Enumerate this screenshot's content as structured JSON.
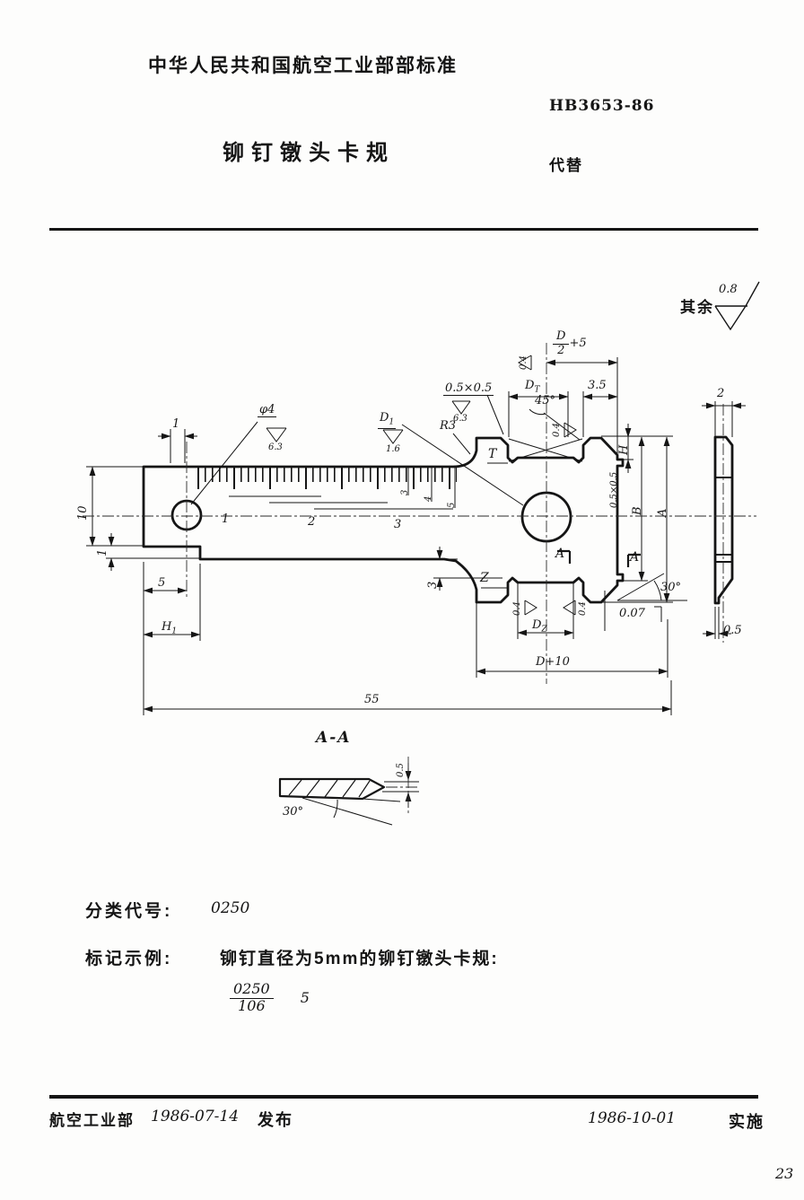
{
  "colors": {
    "ink": "#151515",
    "paper": "#fdfdfc"
  },
  "header": {
    "org_line": "中华人民共和国航空工业部部标准",
    "standard_no": "HB3653-86",
    "title": "铆钉镦头卡规",
    "replaces_label": "代替"
  },
  "surface_note": {
    "prefix": "其余",
    "roughness": "0.8"
  },
  "drawing": {
    "labels": {
      "tick_pitch": "1",
      "phi4": "φ4",
      "rough_phi4": "6.3",
      "d1_base": "D",
      "d1_sub": "1",
      "rough_d1": "1.6",
      "r3": "R3",
      "chamfer": "0.5×0.5",
      "rough_chamfer": "6.3",
      "angle45": "45°",
      "rough_notch": "0.4",
      "halfd_num": "D",
      "halfd_den": "2",
      "halfd_suffix": "+5",
      "rough_edge": "0.4",
      "dt_base": "D",
      "dt_sub": "T",
      "dim35": "3.5",
      "notch_top": "T",
      "notch_bottom": "Z",
      "dim_h": "H",
      "step": "0.5×0.5",
      "dim_b": "B",
      "dim_a": "A",
      "angle30": "30°",
      "tol": "0.07",
      "scale1": "1",
      "scale2": "2",
      "scale3": "3",
      "depth3": "3",
      "depth4": "4",
      "depth5": "5",
      "height10": "10",
      "step1": "1",
      "dim5": "5",
      "h1_base": "H",
      "h1_sub": "1",
      "dz_base": "D",
      "dz_sub": "Z",
      "rough_z_left": "0.4",
      "rough_z_right": "0.4",
      "dim3": "3",
      "d_plus_10": "D+10",
      "length55": "55",
      "section_mark_left": "A",
      "section_mark_right": "A",
      "side_width": "2",
      "side_tip": "0.5"
    },
    "section": {
      "title": "A-A",
      "angle": "30°",
      "tip": "0.5"
    }
  },
  "classification": {
    "label": "分类代号:",
    "code": "0250"
  },
  "marking_example": {
    "label": "标记示例:",
    "text": "铆钉直径为5mm的铆钉镦头卡规:",
    "fraction_numerator": "0250",
    "fraction_denominator": "106",
    "size": "5"
  },
  "footer": {
    "issuer": "航空工业部",
    "issue_date": "1986-07-14",
    "issue_label": "发布",
    "implement_date": "1986-10-01",
    "implement_label": "实施",
    "page_number": "23"
  }
}
